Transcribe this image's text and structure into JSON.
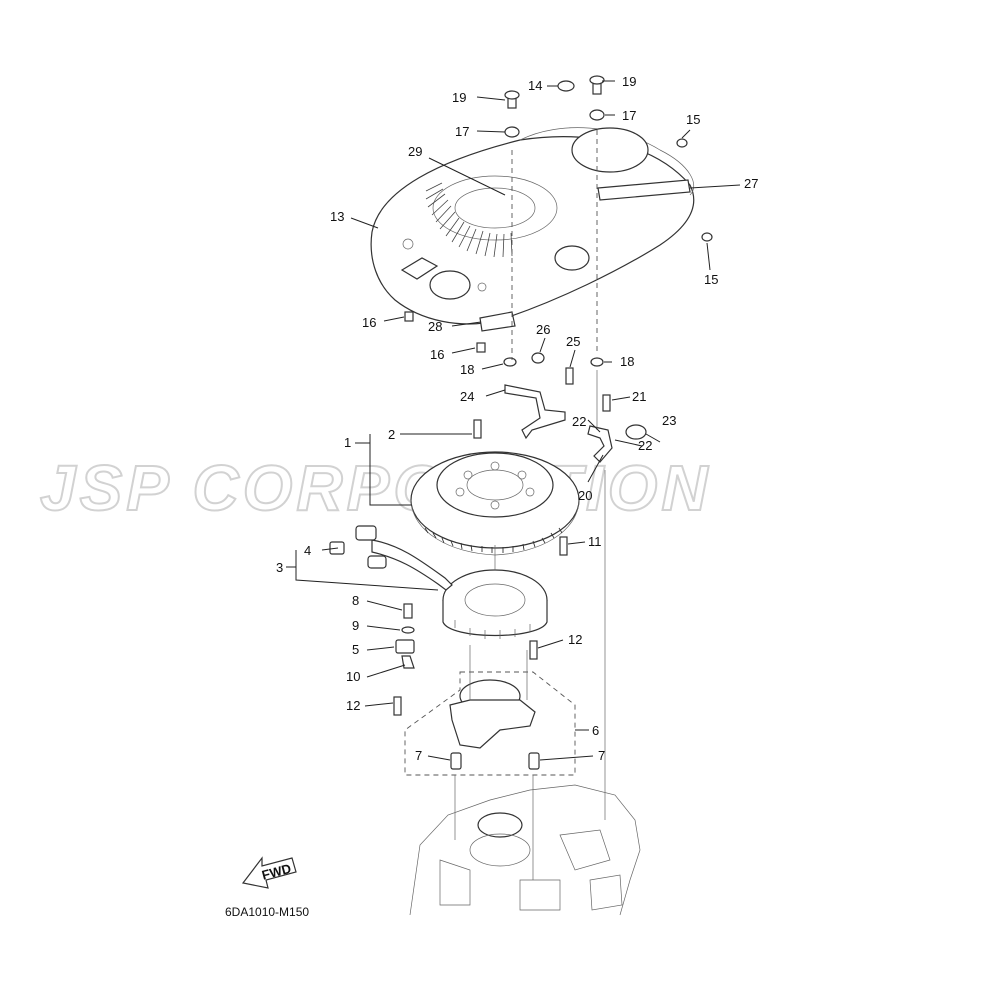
{
  "diagram": {
    "watermark": "JSP CORPORATION",
    "drawing_code": "6DA1010-M150",
    "fwd_label": "FWD",
    "callouts": [
      {
        "id": "c1",
        "text": "1"
      },
      {
        "id": "c2",
        "text": "2"
      },
      {
        "id": "c3",
        "text": "3"
      },
      {
        "id": "c4",
        "text": "4"
      },
      {
        "id": "c5",
        "text": "5"
      },
      {
        "id": "c6",
        "text": "6"
      },
      {
        "id": "c7a",
        "text": "7"
      },
      {
        "id": "c7b",
        "text": "7"
      },
      {
        "id": "c8",
        "text": "8"
      },
      {
        "id": "c9",
        "text": "9"
      },
      {
        "id": "c10",
        "text": "10"
      },
      {
        "id": "c11",
        "text": "11"
      },
      {
        "id": "c12a",
        "text": "12"
      },
      {
        "id": "c12b",
        "text": "12"
      },
      {
        "id": "c13",
        "text": "13"
      },
      {
        "id": "c14",
        "text": "14"
      },
      {
        "id": "c15a",
        "text": "15"
      },
      {
        "id": "c15b",
        "text": "15"
      },
      {
        "id": "c16a",
        "text": "16"
      },
      {
        "id": "c16b",
        "text": "16"
      },
      {
        "id": "c17a",
        "text": "17"
      },
      {
        "id": "c17b",
        "text": "17"
      },
      {
        "id": "c18a",
        "text": "18"
      },
      {
        "id": "c18b",
        "text": "18"
      },
      {
        "id": "c19a",
        "text": "19"
      },
      {
        "id": "c19b",
        "text": "19"
      },
      {
        "id": "c20",
        "text": "20"
      },
      {
        "id": "c21",
        "text": "21"
      },
      {
        "id": "c22a",
        "text": "22"
      },
      {
        "id": "c22b",
        "text": "22"
      },
      {
        "id": "c23",
        "text": "23"
      },
      {
        "id": "c24",
        "text": "24"
      },
      {
        "id": "c25",
        "text": "25"
      },
      {
        "id": "c26",
        "text": "26"
      },
      {
        "id": "c27",
        "text": "27"
      },
      {
        "id": "c28",
        "text": "28"
      },
      {
        "id": "c29",
        "text": "29"
      }
    ]
  }
}
